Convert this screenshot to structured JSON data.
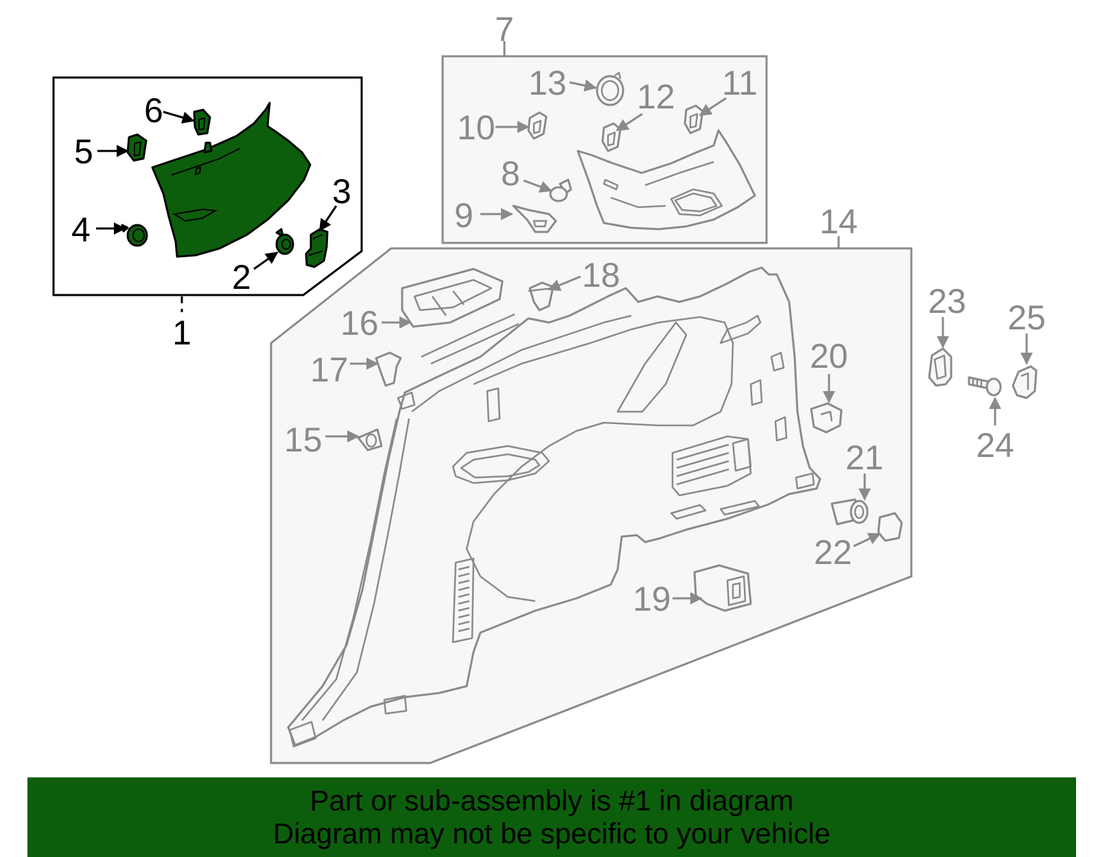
{
  "callouts": {
    "c1": "1",
    "c2": "2",
    "c3": "3",
    "c4": "4",
    "c5": "5",
    "c6": "6",
    "c7": "7",
    "c8": "8",
    "c9": "9",
    "c10": "10",
    "c11": "11",
    "c12": "12",
    "c13": "13",
    "c14": "14",
    "c15": "15",
    "c16": "16",
    "c17": "17",
    "c18": "18",
    "c19": "19",
    "c20": "20",
    "c21": "21",
    "c22": "22",
    "c23": "23",
    "c24": "24",
    "c25": "25"
  },
  "footer": {
    "line1": "Part or sub-assembly is #1 in diagram",
    "line2": "Diagram may not be specific to your vehicle"
  },
  "colors": {
    "highlight": "#0c5e0c",
    "outline_grey": "#8a8a8a",
    "box_fill": "#f7f7f7"
  }
}
